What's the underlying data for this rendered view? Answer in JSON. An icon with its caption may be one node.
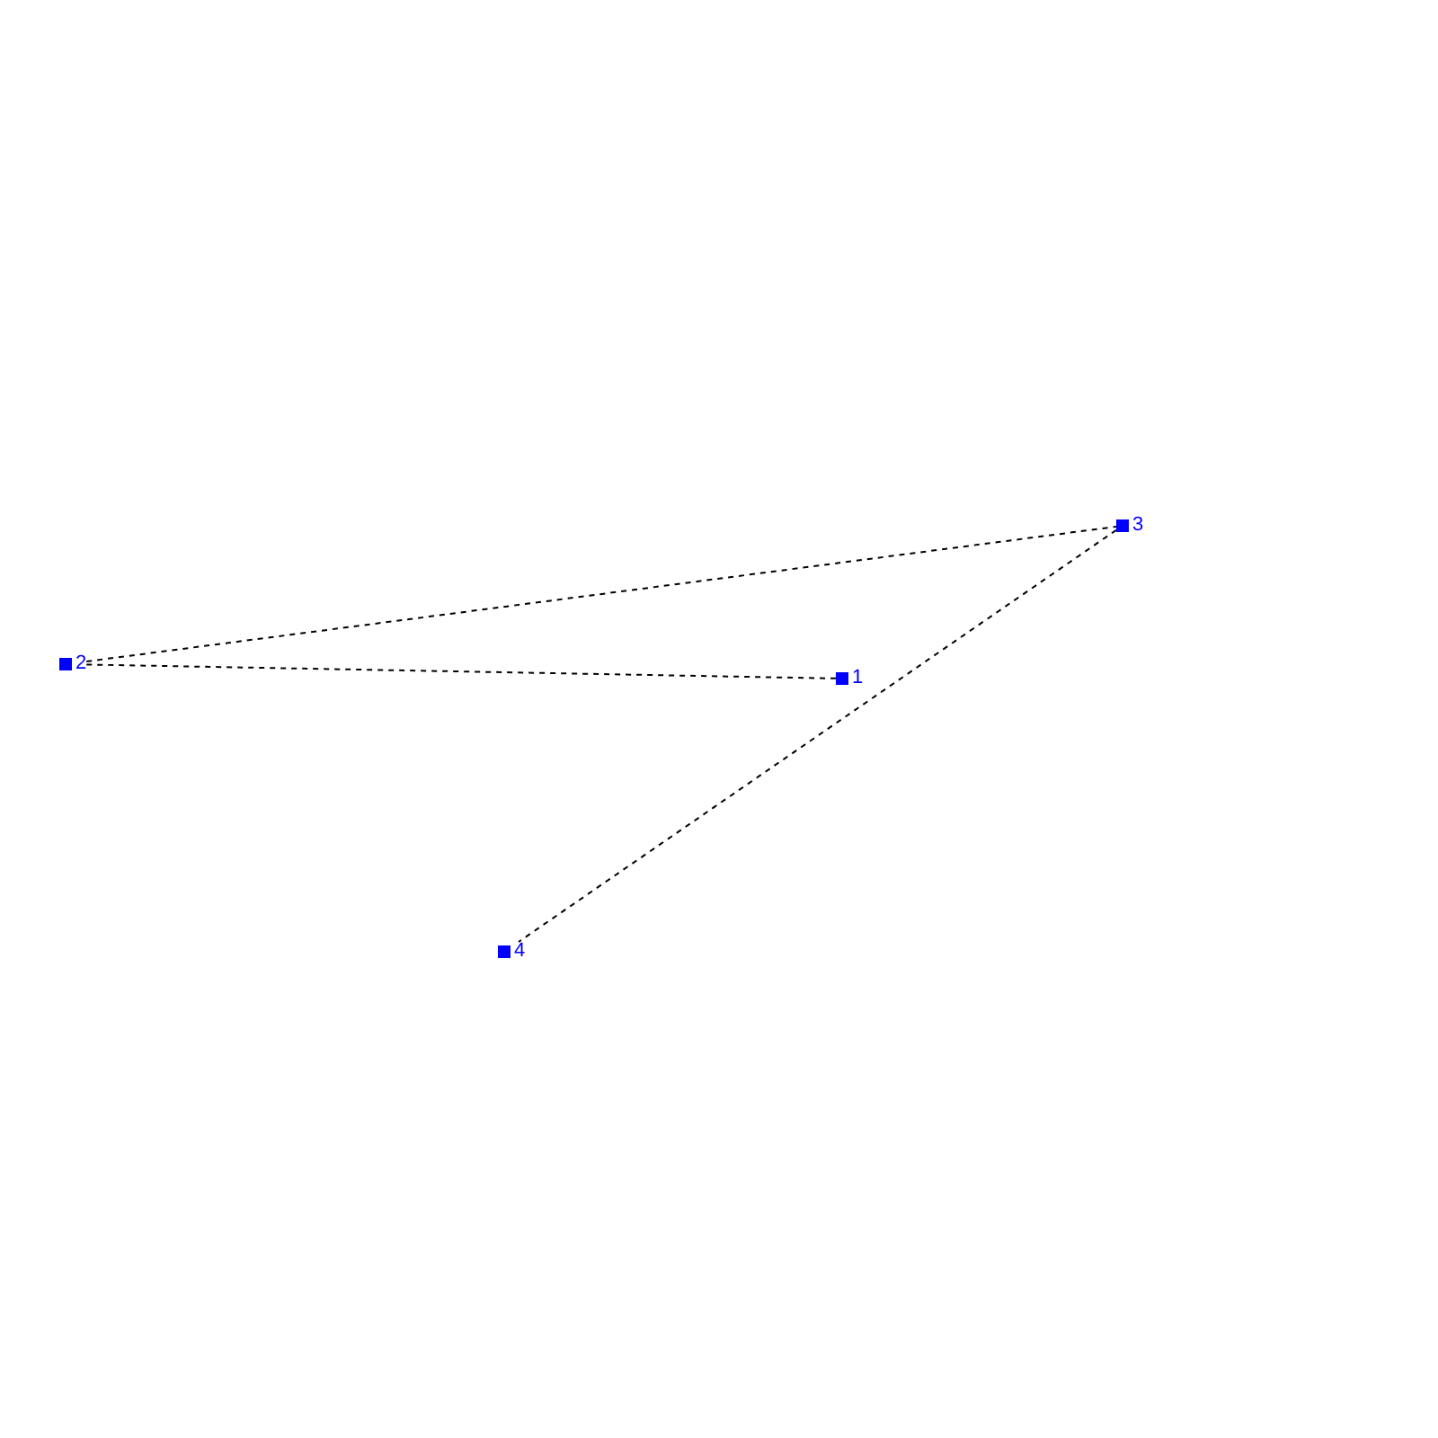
{
  "diagram": {
    "nodes": [
      {
        "text": [],
        "shape": "box",
        "beside": [
          "1"
        ]
      },
      {
        "text": [],
        "shape": "box",
        "beside": [
          "2"
        ]
      },
      {
        "text": [],
        "shape": "box",
        "beside": [
          "3"
        ]
      },
      {
        "text": [],
        "shape": "box",
        "beside": [
          "4"
        ]
      }
    ],
    "edges": [
      {
        "from": 1,
        "to": 2,
        "arrow": "none",
        "style": "dashed"
      },
      {
        "from": 1,
        "to": 0,
        "arrow": "none",
        "style": "dashed"
      },
      {
        "from": 2,
        "to": 3,
        "arrow": "none",
        "style": "dashed"
      }
    ]
  }
}
